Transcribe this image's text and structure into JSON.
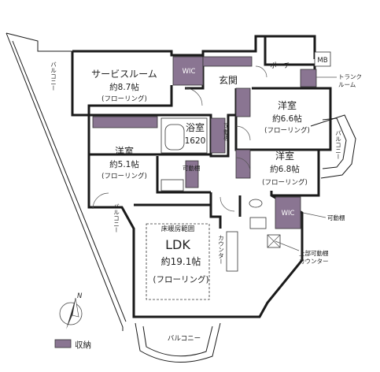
{
  "rooms": {
    "service": {
      "name": "サービスルーム",
      "size": "約8.7帖",
      "floor": "(フローリング)"
    },
    "western1": {
      "name": "洋室",
      "size": "約6.6帖",
      "floor": "(フローリング)"
    },
    "western2": {
      "name": "洋室",
      "size": "約6.8帖",
      "floor": "(フローリング)"
    },
    "western3": {
      "name": "洋室",
      "size": "約5.1帖",
      "floor": "(フローリング)"
    },
    "bath": {
      "name": "浴室",
      "size": "1620"
    },
    "ldk": {
      "name": "LDK",
      "size": "約19.1帖",
      "floor": "(フローリング)",
      "heating": "床暖房範囲"
    },
    "entrance": {
      "name": "玄関"
    }
  },
  "labels": {
    "wic": "WIC",
    "porch": "ポーチ",
    "mb": "MB",
    "trunk_room": "トランク\nルーム",
    "movable_shelf_1": "可動棚",
    "movable_shelf_2": "可動棚",
    "movable_shelf_3": "可動棚",
    "counter": "カウンター",
    "upper_shelf_counter": "上部可動棚\nカウンター",
    "north": "N"
  },
  "balconies": {
    "west_top": "バルコニー",
    "west_mid": "バルコニー",
    "east": "バルコニー",
    "south": "バルコニー"
  },
  "legend": {
    "label": "収納",
    "color": "#8a7592"
  },
  "colors": {
    "storage": "#8a7592",
    "wall": "#1a1a1a"
  }
}
